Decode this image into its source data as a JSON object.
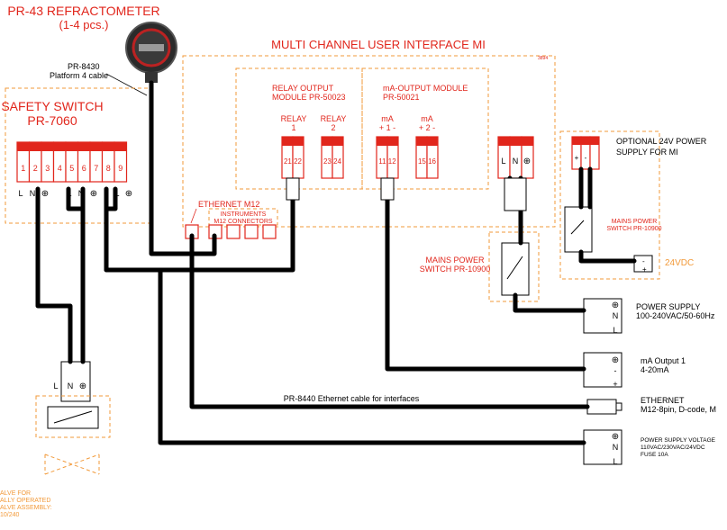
{
  "refractometer": {
    "title": "PR-43 REFRACTOMETER",
    "count": "(1-4 pcs.)"
  },
  "platform_cable": {
    "line1": "PR-8430",
    "line2": "Platform 4 cable"
  },
  "mi": {
    "title": "MULTI CHANNEL USER INTERFACE MI",
    "code": "3894"
  },
  "relay_module": {
    "line1": "RELAY OUTPUT",
    "line2": "MODULE PR-50023",
    "relay1": {
      "name": "RELAY",
      "num": "1",
      "terms": "21 22"
    },
    "relay2": {
      "name": "RELAY",
      "num": "2",
      "terms": "23 24"
    }
  },
  "ma_module": {
    "line1": "mA-OUTPUT MODULE",
    "line2": "PR-50021",
    "ma1": {
      "name": "mA",
      "sign": "+ 1 -",
      "terms": "11 12"
    },
    "ma2": {
      "name": "mA",
      "sign": "+ 2 -",
      "terms": "15 16"
    }
  },
  "mains_terms": {
    "l": "L",
    "n": "N"
  },
  "safety_switch": {
    "line1": "SAFETY SWITCH",
    "line2": "PR-7060",
    "terms": [
      "1",
      "2",
      "3",
      "4",
      "5",
      "6",
      "7",
      "8",
      "9"
    ],
    "lower_labels": [
      "L",
      "N",
      "L",
      "N",
      "L",
      "L"
    ]
  },
  "ethernet_m12": {
    "label": "ETHERNET M12"
  },
  "instruments": {
    "line1": "INSTRUMENTS",
    "line2": "M12 CONNECTORS"
  },
  "optional_psu": {
    "line1": "OPTIONAL 24V POWER",
    "line2": "SUPPLY FOR  MI",
    "plus": "+",
    "minus": "-",
    "switch_line1": "MAINS POWER",
    "switch_line2": "SWITCH PR-10900",
    "voltage": "24VDC"
  },
  "mains_switch": {
    "line1": "MAINS POWER",
    "line2": "SWITCH PR-10900"
  },
  "outputs": {
    "power": {
      "line1": "POWER SUPPLY",
      "line2": "100-240VAC/50-60Hz",
      "n": "N",
      "l": "L"
    },
    "ma": {
      "line1": "mA Output 1",
      "line2": "4-20mA",
      "minus": "-",
      "plus": "+"
    },
    "ethernet": {
      "line1": "ETHERNET",
      "line2": "M12-8pin, D-code, M"
    },
    "power_voltage": {
      "line1": "POWER SUPPLY VOLTAGE",
      "line2": "110VAC/230VAC/24VDC",
      "line3": "FUSE 10A",
      "n": "N",
      "l": "L"
    }
  },
  "ethernet_cable": {
    "label": "PR-8440 Ethernet cable for interfaces"
  },
  "valve": {
    "l": "L",
    "n": "N",
    "lines": [
      "ALVE FOR",
      "ALLY OPERATED",
      "ALVE ASSEMBLY:",
      "10/240"
    ]
  },
  "colors": {
    "red": "#e1261c",
    "orange": "#f29a3a",
    "black": "#000000"
  }
}
